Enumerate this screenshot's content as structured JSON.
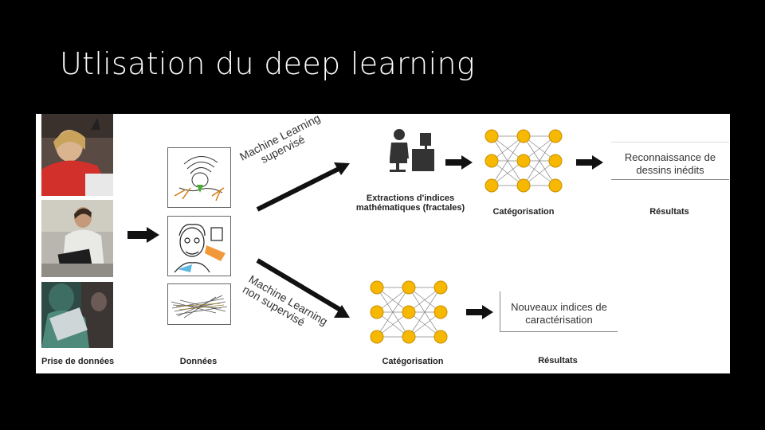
{
  "slide": {
    "title": "Utlisation du deep learning"
  },
  "diagram": {
    "labels": {
      "prise": "Prise de données",
      "donnees": "Données",
      "extractions": "Extractions d'indices",
      "extractions2": "mathématiques (fractales)",
      "categorisation_top": "Catégorisation",
      "resultats_top": "Résultats",
      "categorisation_bottom": "Catégorisation",
      "resultats_bottom": "Résultats"
    },
    "arrows": {
      "supervised_l1": "Machine Learning",
      "supervised_l2": "supervisé",
      "unsupervised_l1": "Machine Learning",
      "unsupervised_l2": "non supervisé"
    },
    "results": {
      "top_l1": "Reconnaissance de",
      "top_l2": "dessins inédits",
      "bottom_l1": "Nouveaux indices de",
      "bottom_l2": "caractérisation"
    },
    "colors": {
      "node": "#F6B800",
      "node_stroke": "#C98F00",
      "edge": "#888888",
      "arrow": "#111111"
    }
  }
}
